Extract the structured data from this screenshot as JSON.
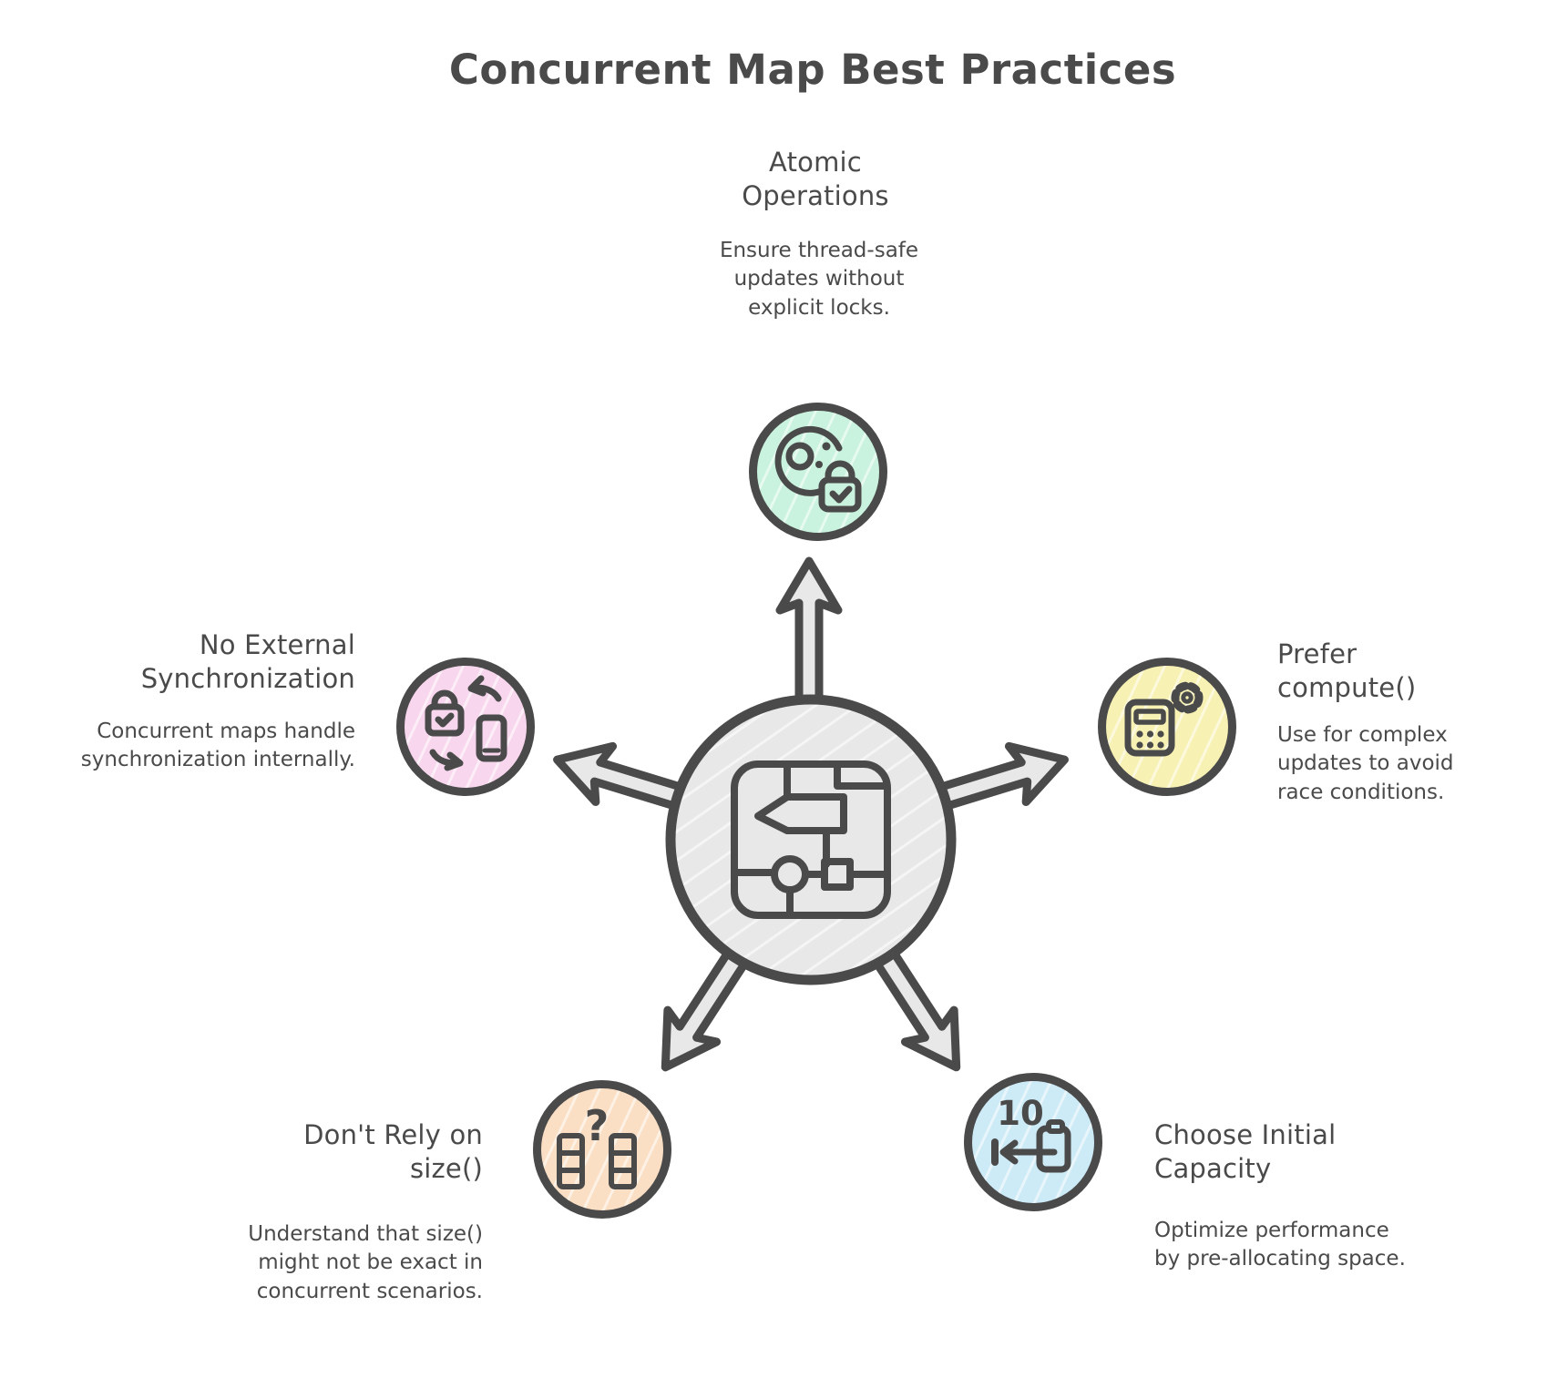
{
  "title": "Concurrent Map Best Practices",
  "colors": {
    "ink": "#4a4a4a",
    "hub": "#e8e8e8",
    "mint": "#c9f3de",
    "pink": "#f8d7ee",
    "yellow": "#f8f1b4",
    "peach": "#fadfc4",
    "blue": "#cdeaf7",
    "bg": "#ffffff"
  },
  "center": {
    "icon": "circuit-map-icon"
  },
  "nodes": {
    "atomic": {
      "title": "Atomic Operations",
      "body": "Ensure thread-safe updates without explicit locks.",
      "icon": "atom-lock-icon"
    },
    "sync": {
      "title": "No External Synchronization",
      "body": "Concurrent maps handle synchronization internally.",
      "icon": "lock-sync-icon"
    },
    "compute": {
      "title": "Prefer compute()",
      "body": "Use for complex updates to avoid race conditions.",
      "icon": "calculator-gear-icon"
    },
    "size": {
      "title": "Don't Rely on size()",
      "body": "Understand that size() might not be exact in concurrent scenarios.",
      "icon": "columns-question-icon",
      "glyph": "?"
    },
    "capacity": {
      "title": "Choose Initial Capacity",
      "body": "Optimize performance by pre-allocating space.",
      "icon": "capacity-arrow-icon",
      "badge": "10"
    }
  }
}
